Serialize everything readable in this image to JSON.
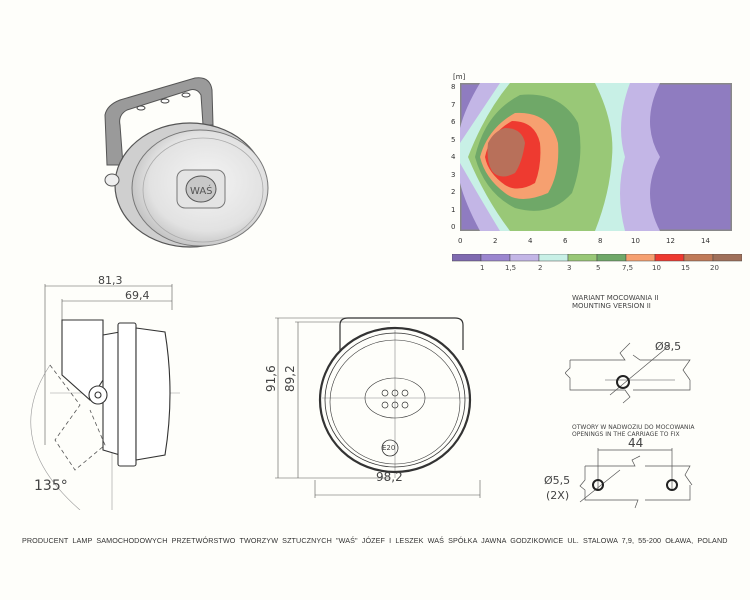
{
  "chart_data": {
    "type": "heatmap",
    "title": "",
    "ylabel_unit": "[m]",
    "x_ticks": [
      "0",
      "2",
      "4",
      "6",
      "8",
      "10",
      "12",
      "14"
    ],
    "y_ticks": [
      "0",
      "1",
      "2",
      "3",
      "4",
      "5",
      "6",
      "7",
      "8"
    ],
    "xlim": [
      0,
      15
    ],
    "ylim": [
      0,
      8
    ],
    "legend_levels": [
      "1",
      "1,5",
      "2",
      "3",
      "5",
      "7,5",
      "10",
      "15",
      "20"
    ],
    "legend_colors": [
      "#7f6ab0",
      "#9b86cf",
      "#c3b6e6",
      "#c8f0e6",
      "#99c877",
      "#6fa868",
      "#f6a070",
      "#ee3a30",
      "#c07a58",
      "#a0705a"
    ]
  },
  "drawing": {
    "side_view": {
      "dim_total": "81,3",
      "dim_body": "69,4",
      "angle": "135°"
    },
    "front_view": {
      "dim_height_outer": "91,6",
      "dim_height_inner": "89,2",
      "dim_width": "98,2",
      "mark": "E20"
    },
    "mounting": {
      "title_pl": "WARIANT MOCOWANIA II",
      "title_en": "MOUNTING VERSION II",
      "hole_dia": "Ø8,5"
    },
    "openings": {
      "title_pl": "OTWORY W NADWOZIU DO MOCOWANIA",
      "title_en": "OPENINGS IN THE CARRIAGE TO FIX",
      "spacing": "44",
      "hole_dia": "Ø5,5",
      "count": "(2X)"
    }
  },
  "footer": {
    "text": "PRODUCENT LAMP SAMOCHODOWYCH  PRZETWÓRSTWO  TWORZYW  SZTUCZNYCH \"WAŚ\"  JÓZEF  I  LESZEK  WAŚ  SPÓŁKA  JAWNA    GODZIKOWICE UL. STALOWA 7,9, 55-200 OŁAWA, POLAND"
  }
}
